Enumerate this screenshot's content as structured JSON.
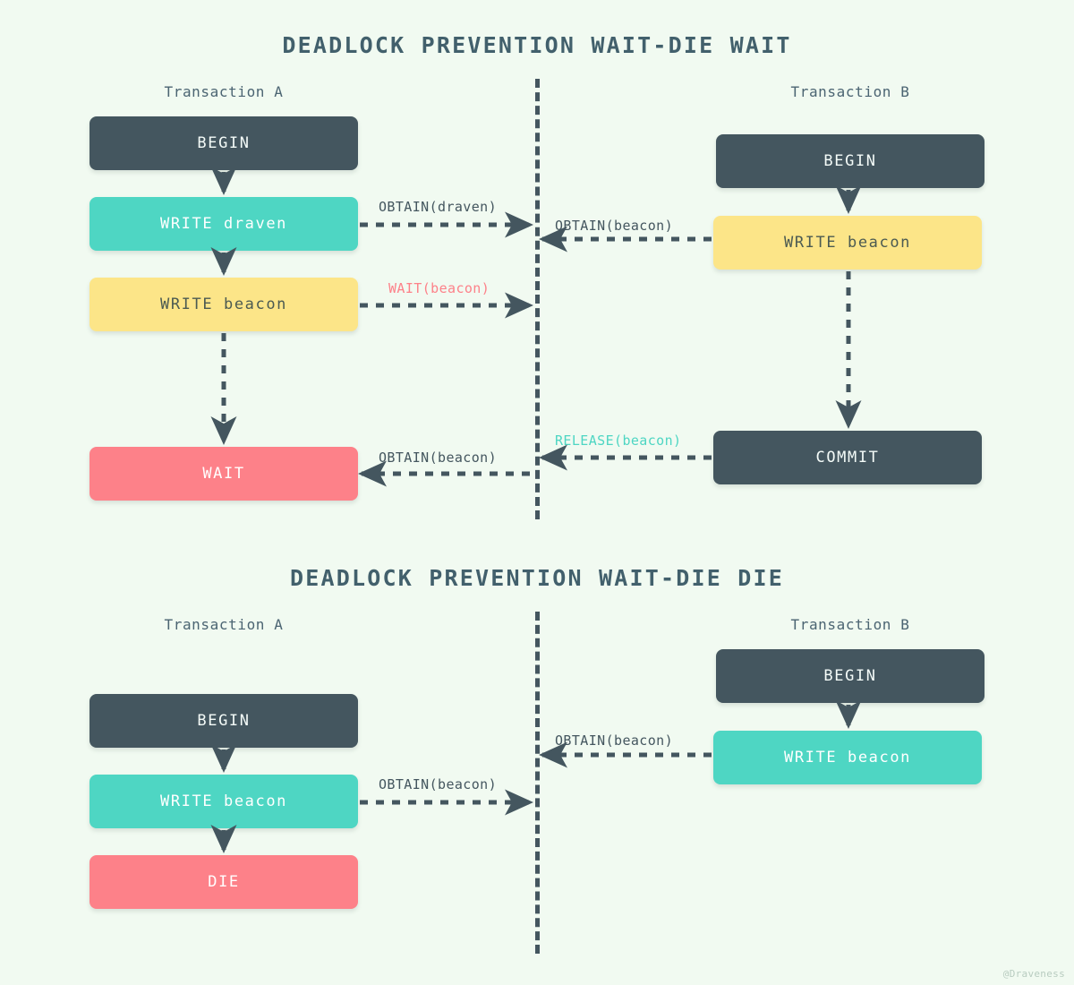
{
  "background_color": "#f1faf1",
  "palette": {
    "dark": "#44565f",
    "teal": "#4ed6c3",
    "yellow": "#fce588",
    "red": "#fd8189",
    "title_text": "#42606c",
    "label_text": "#44565f"
  },
  "watermark": "@Draveness",
  "diagrams": [
    {
      "id": "wait",
      "title": "DEADLOCK PREVENTION WAIT-DIE WAIT",
      "left_column_title": "Transaction A",
      "right_column_title": "Transaction B",
      "left_nodes": [
        {
          "label": "BEGIN",
          "color": "dark"
        },
        {
          "label": "WRITE draven",
          "color": "teal"
        },
        {
          "label": "WRITE beacon",
          "color": "yellow"
        },
        {
          "label": "WAIT",
          "color": "red"
        }
      ],
      "right_nodes": [
        {
          "label": "BEGIN",
          "color": "dark"
        },
        {
          "label": "WRITE beacon",
          "color": "yellow"
        },
        {
          "label": "COMMIT",
          "color": "dark"
        }
      ],
      "messages": [
        {
          "label": "OBTAIN(draven)",
          "direction": "right",
          "style": "normal"
        },
        {
          "label": "OBTAIN(beacon)",
          "direction": "left",
          "style": "normal"
        },
        {
          "label": "WAIT(beacon)",
          "direction": "right",
          "style": "red"
        },
        {
          "label": "RELEASE(beacon)",
          "direction": "left",
          "style": "teal"
        },
        {
          "label": "OBTAIN(beacon)",
          "direction": "left",
          "style": "normal"
        }
      ]
    },
    {
      "id": "die",
      "title": "DEADLOCK PREVENTION WAIT-DIE DIE",
      "left_column_title": "Transaction A",
      "right_column_title": "Transaction B",
      "left_nodes": [
        {
          "label": "BEGIN",
          "color": "dark"
        },
        {
          "label": "WRITE beacon",
          "color": "teal"
        },
        {
          "label": "DIE",
          "color": "red"
        }
      ],
      "right_nodes": [
        {
          "label": "BEGIN",
          "color": "dark"
        },
        {
          "label": "WRITE beacon",
          "color": "teal"
        }
      ],
      "messages": [
        {
          "label": "OBTAIN(beacon)",
          "direction": "left",
          "style": "normal"
        },
        {
          "label": "OBTAIN(beacon)",
          "direction": "right",
          "style": "normal"
        }
      ]
    }
  ]
}
